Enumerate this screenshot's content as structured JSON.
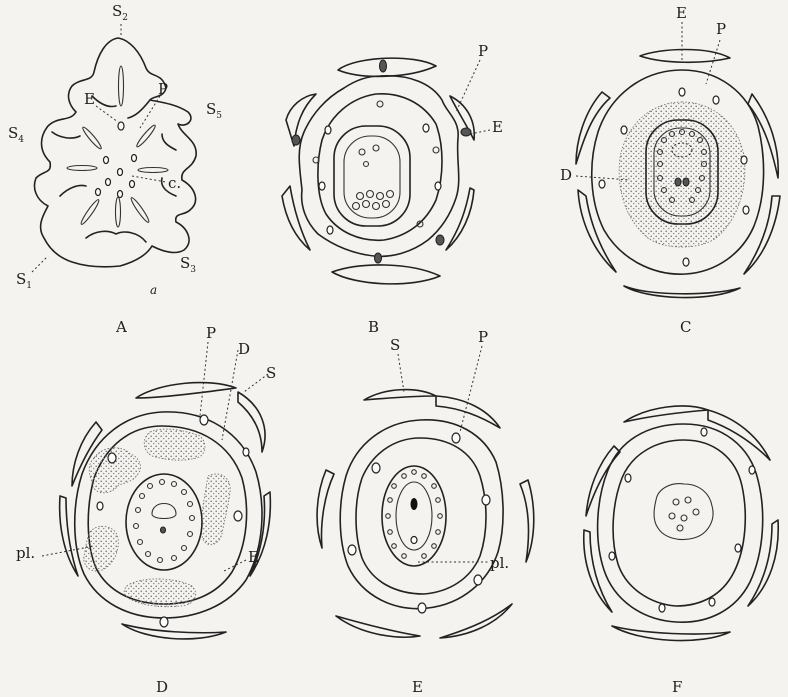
{
  "figure_labels": {
    "A": "A",
    "B": "B",
    "C": "C",
    "D": "D",
    "E": "E",
    "F": "F"
  },
  "annotations": {
    "A": {
      "S2": "S",
      "S2_sub": "2",
      "E": "E",
      "P": "P",
      "S5": "S",
      "S5_sub": "5",
      "S4": "S",
      "S4_sub": "4",
      "c": "c.",
      "S1": "S",
      "S1_sub": "1",
      "S3": "S",
      "S3_sub": "3",
      "a": "a"
    },
    "B": {
      "P": "P",
      "E": "E"
    },
    "C": {
      "E": "E",
      "P": "P",
      "D": "D"
    },
    "D": {
      "P": "P",
      "D": "D",
      "S": "S",
      "E": "E",
      "pl": "pl."
    },
    "E": {
      "S": "S",
      "P": "P",
      "pl": "pl."
    }
  }
}
